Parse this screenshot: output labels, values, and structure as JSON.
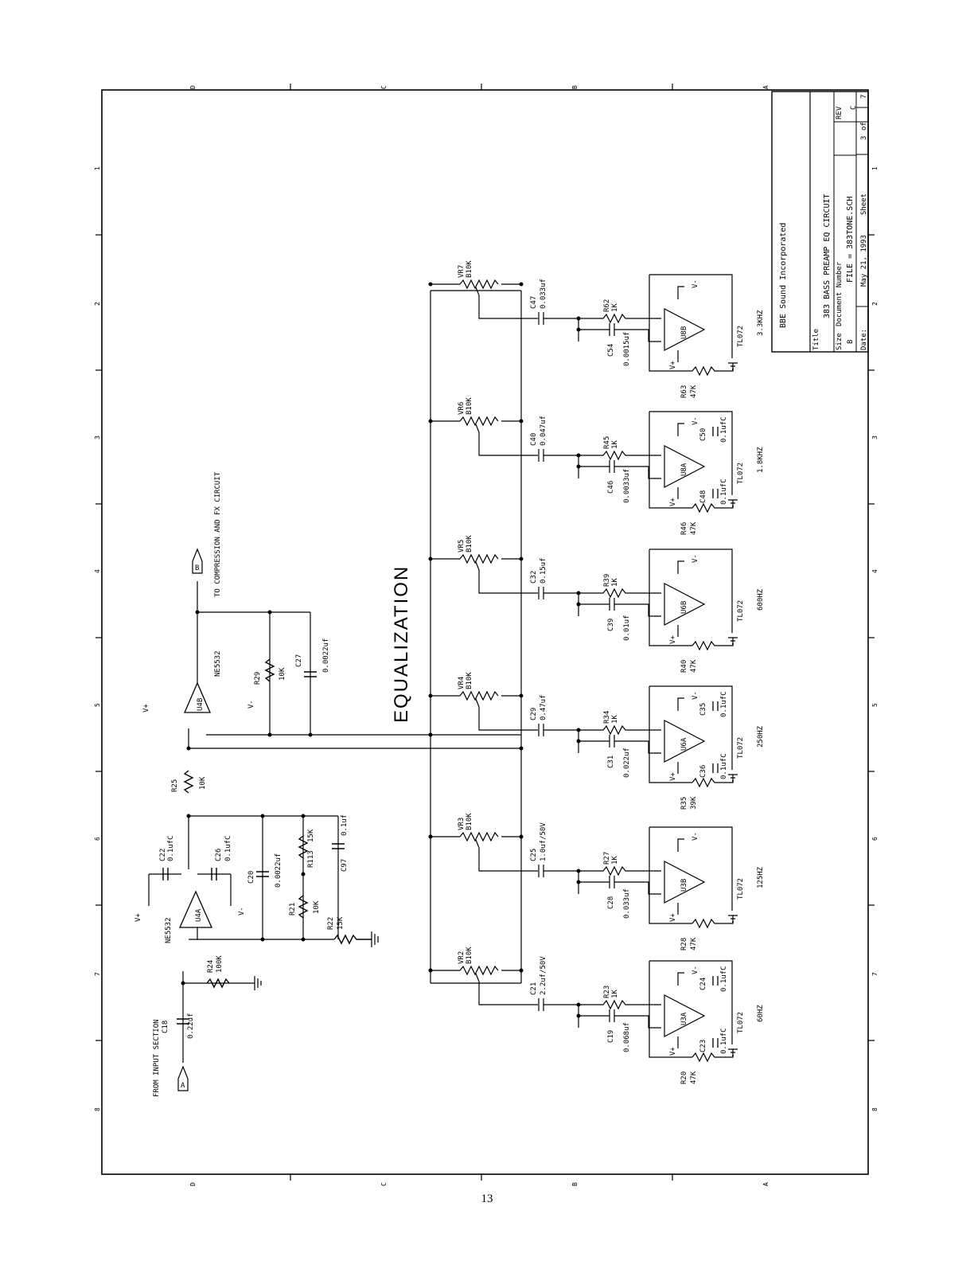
{
  "title_block": {
    "company": "BBE Sound Incorporated",
    "title_label": "Title",
    "title": "383 BASS PREAMP EQ CIRCUIT",
    "size_label": "Size",
    "size": "B",
    "doc_number_label": "Document Number",
    "file": "FILE = 383TONE.SCH",
    "rev_label": "REV",
    "rev": "C",
    "date_label": "Date:",
    "date": "May 21, 1993",
    "sheet_label": "Sheet",
    "sheet": "3",
    "of_label": "of",
    "total": "7"
  },
  "border": {
    "letters": [
      "D",
      "C",
      "B",
      "A"
    ],
    "numbers": [
      "1",
      "2",
      "3",
      "4",
      "5",
      "6",
      "7",
      "8"
    ]
  },
  "labels": {
    "equalization": "EQUALIZATION",
    "to_compression": "TO COMPRESSION AND FX CIRCUIT",
    "from_input": "FROM INPUT SECTION",
    "conn_a": "A",
    "conn_b": "B",
    "u4a_part": "NE5532",
    "u4b_part": "NE5532",
    "u4a_ref": "U4A",
    "u4b_ref": "U4B",
    "vplus": "V+",
    "vminus": "V-"
  },
  "front_parts": {
    "c18": {
      "ref": "C18",
      "val": "0.22uf"
    },
    "r24": {
      "ref": "R24",
      "val": "100K"
    },
    "c22": {
      "ref": "C22",
      "val": "0.1ufC"
    },
    "c26": {
      "ref": "C26",
      "val": "0.1ufC"
    },
    "c20": {
      "ref": "C20",
      "val": "0.0022uf"
    },
    "r113": {
      "ref": "R113",
      "val": "15K"
    },
    "c97": {
      "ref": "C97",
      "val": "0.1uf"
    },
    "r21": {
      "ref": "R21",
      "val": "10K"
    },
    "r22": {
      "ref": "R22",
      "val": "15K"
    },
    "r25": {
      "ref": "R25",
      "val": "10K"
    },
    "r29": {
      "ref": "R29",
      "val": "10K"
    },
    "c27": {
      "ref": "C27",
      "val": "0.0022uf"
    }
  },
  "bands": [
    {
      "freq": "60HZ",
      "vr": "VR2",
      "vr_val": "B10K",
      "cin": "C21",
      "cin_val": "2.2uf/50V",
      "rin": "R23",
      "rin_val": "1K",
      "cfb": "C19",
      "cfb_val": "0.068uf",
      "opamp": "U3A",
      "part": "TL072",
      "rg": "R20",
      "rg_val": "47K",
      "bypass": [
        {
          "ref": "C24",
          "val": "0.1ufC"
        },
        {
          "ref": "C23",
          "val": "0.1ufC"
        }
      ]
    },
    {
      "freq": "125HZ",
      "vr": "VR3",
      "vr_val": "B10K",
      "cin": "C25",
      "cin_val": "1.0uf/50V",
      "rin": "R27",
      "rin_val": "1K",
      "cfb": "C28",
      "cfb_val": "0.033uf",
      "opamp": "U3B",
      "part": "TL072",
      "rg": "R28",
      "rg_val": "47K",
      "bypass": []
    },
    {
      "freq": "250HZ",
      "vr": "VR4",
      "vr_val": "B10K",
      "cin": "C29",
      "cin_val": "0.47uf",
      "rin": "R34",
      "rin_val": "1K",
      "cfb": "C31",
      "cfb_val": "0.022uf",
      "opamp": "U6A",
      "part": "TL072",
      "rg": "R35",
      "rg_val": "39K",
      "bypass": [
        {
          "ref": "C35",
          "val": "0.1ufC"
        },
        {
          "ref": "C36",
          "val": "0.1ufC"
        }
      ]
    },
    {
      "freq": "600HZ",
      "vr": "VR5",
      "vr_val": "B10K",
      "cin": "C32",
      "cin_val": "0.15uf",
      "rin": "R39",
      "rin_val": "1K",
      "cfb": "C39",
      "cfb_val": "0.01uf",
      "opamp": "U6B",
      "part": "TL072",
      "rg": "R40",
      "rg_val": "47K",
      "bypass": []
    },
    {
      "freq": "1.8KHZ",
      "vr": "VR6",
      "vr_val": "B10K",
      "cin": "C40",
      "cin_val": "0.047uf",
      "rin": "R45",
      "rin_val": "1K",
      "cfb": "C46",
      "cfb_val": "0.0033uf",
      "opamp": "U8A",
      "part": "TL072",
      "rg": "R46",
      "rg_val": "47K",
      "bypass": [
        {
          "ref": "C50",
          "val": "0.1ufC"
        },
        {
          "ref": "C48",
          "val": "0.1ufC"
        }
      ]
    },
    {
      "freq": "3.3KHZ",
      "vr": "VR7",
      "vr_val": "B10K",
      "cin": "C47",
      "cin_val": "0.033uf",
      "rin": "R62",
      "rin_val": "1K",
      "cfb": "C54",
      "cfb_val": "0.0015uf",
      "opamp": "U8B",
      "part": "TL072",
      "rg": "R63",
      "rg_val": "47K",
      "bypass": []
    }
  ],
  "page_number": "13"
}
